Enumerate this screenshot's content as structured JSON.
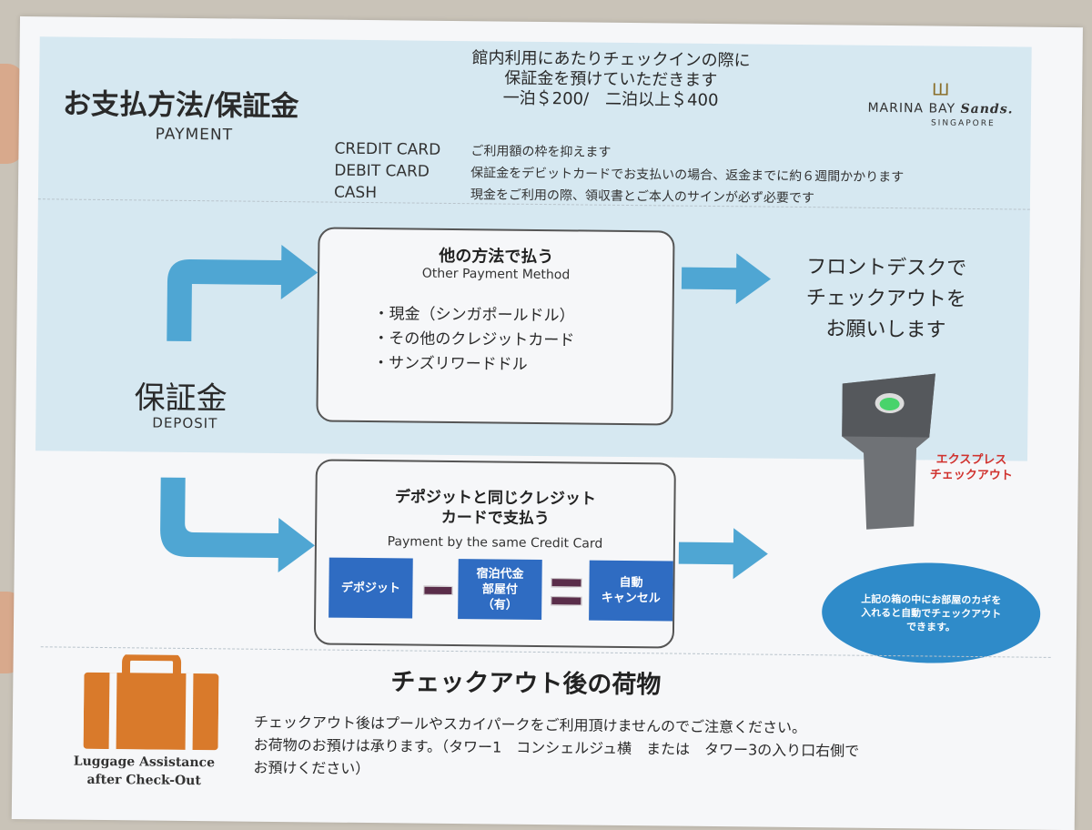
{
  "header": {
    "title_jp": "お支払方法/保証金",
    "title_en": "PAYMENT",
    "note_line1": "館内利用にあたりチェックインの際に",
    "note_line2": "保証金を預けていただきます",
    "note_line3": "一泊＄200/　二泊以上＄400"
  },
  "logo": {
    "brand_prefix": "MARINA BAY ",
    "brand_name": "Sands.",
    "location": "SINGAPORE"
  },
  "payment_methods": [
    {
      "label": "CREDIT CARD",
      "text": "ご利用額の枠を抑えます"
    },
    {
      "label": "DEBIT CARD",
      "text": "保証金をデビットカードでお支払いの場合、返金までに約６週間かかります"
    },
    {
      "label": "CASH",
      "text": "現金をご利用の際、領収書とご本人のサインが必ず必要です"
    }
  ],
  "deposit": {
    "label_jp": "保証金",
    "label_en": "DEPOSIT"
  },
  "other_payment": {
    "title_jp": "他の方法で払う",
    "title_en": "Other Payment Method",
    "items": [
      "・現金（シンガポールドル）",
      "・その他のクレジットカード",
      "・サンズリワードドル"
    ]
  },
  "front_desk": {
    "line1": "フロントデスクで",
    "line2": "チェックアウトを",
    "line3": "お願いします"
  },
  "same_card": {
    "title_line1": "デポジットと同じクレジット",
    "title_line2": "カードで支払う",
    "title_en": "Payment by the same Credit Card",
    "card_deposit": "デポジット",
    "card_room_line1": "宿泊代金",
    "card_room_line2": "部屋付",
    "card_room_line3": "（有）",
    "card_auto_line1": "自動",
    "card_auto_line2": "キャンセル"
  },
  "express": {
    "line1": "エクスプレス",
    "line2": "チェックアウト",
    "oval_line1": "上記の箱の中にお部屋のカギを",
    "oval_line2": "入れると自動でチェックアウト",
    "oval_line3": "できます。"
  },
  "luggage": {
    "title": "チェックアウト後の荷物",
    "line1": "チェックアウト後はプールやスカイパークをご利用頂けませんのでご注意ください。",
    "line2": "お荷物のお預けは承ります。（タワー1　コンシェルジュ横　または　タワー3の入り口右側で",
    "line3": "お預けください）",
    "label_line1": "Luggage Assistance",
    "label_line2": "after Check-Out"
  },
  "colors": {
    "band": "#d6e8f1",
    "arrow": "#4fa6d3",
    "card_blue": "#2f6cc2",
    "luggage_orange": "#d97a2b",
    "express_red": "#d0322e"
  }
}
